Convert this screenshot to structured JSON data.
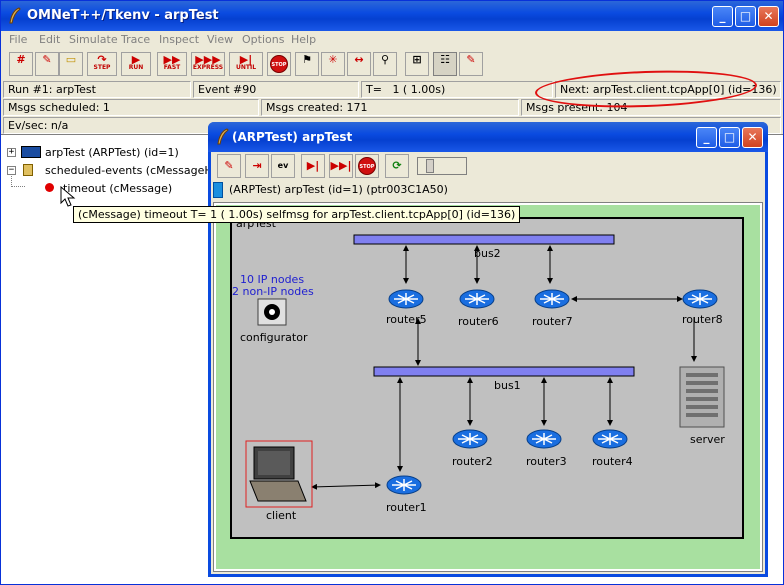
{
  "window": {
    "title": "OMNeT++/Tkenv - arpTest"
  },
  "menu": [
    "File",
    "Edit",
    "Simulate",
    "Trace",
    "Inspect",
    "View",
    "Options",
    "Help"
  ],
  "toolbar": {
    "step": "STEP",
    "run": "RUN",
    "fast": "FAST",
    "express": "EXPRESS",
    "until": "UNTIL",
    "stop": "STOP"
  },
  "status": {
    "run": "Run #1: arpTest",
    "event": "Event #90",
    "t_label": "T=",
    "t_value": "1  ( 1.00s)",
    "next": "Next: arpTest.client.tcpApp[0] (id=136)",
    "scheduled": "Msgs scheduled: 1",
    "created": "Msgs created: 171",
    "present": "Msgs present: 104",
    "evsec": "Ev/sec: n/a"
  },
  "tree": {
    "item1": "arpTest (ARPTest) (id=1)",
    "item2": "scheduled-events (cMessageHe",
    "item3": "timeout (cMessage)"
  },
  "tooltip": "(cMessage) timeout T=  1  ( 1.00s) selfmsg for arpTest.client.tcpApp[0] (id=136)",
  "inspector": {
    "title": "(ARPTest) arpTest",
    "ptr": "(ARPTest) arpTest  (id=1)  (ptr003C1A50)",
    "network_label": "arpTest",
    "ip_nodes": "10 IP nodes",
    "non_ip_nodes": "2 non-IP nodes",
    "configurator": "configurator",
    "bus1": "bus1",
    "bus2": "bus2",
    "routers": [
      "router1",
      "router2",
      "router3",
      "router4",
      "router5",
      "router6",
      "router7",
      "router8"
    ],
    "server": "server",
    "client": "client"
  },
  "colors": {
    "title_blue": "#0a4be0",
    "bus": "#8080f0",
    "router": "#1a6ee0",
    "green_bg": "#a8e0a0",
    "annotation_red": "#e01010"
  }
}
